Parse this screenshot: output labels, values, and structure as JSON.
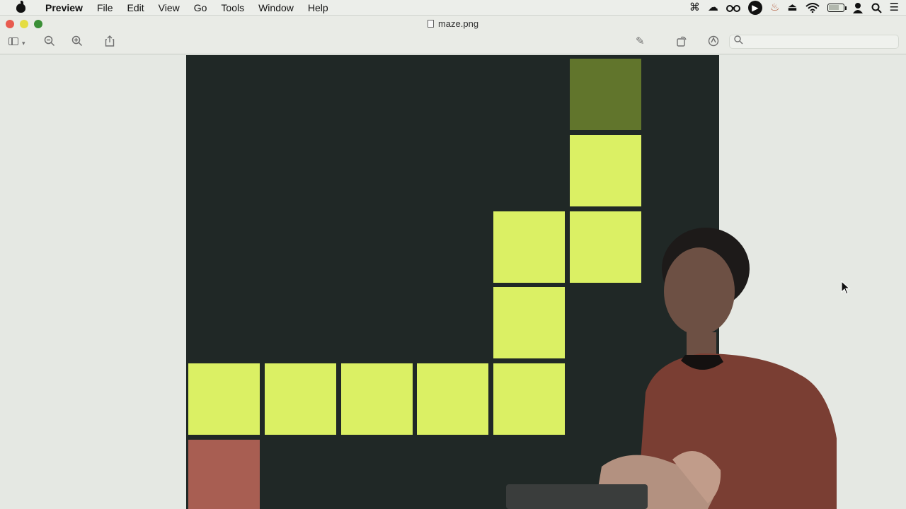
{
  "menubar": {
    "app_name": "Preview",
    "items": [
      "File",
      "Edit",
      "View",
      "Go",
      "Tools",
      "Window",
      "Help"
    ],
    "status_icons": [
      "command-icon",
      "cloud-icon",
      "glasses-icon",
      "play-icon",
      "flame-icon",
      "eject-icon",
      "wifi-icon",
      "battery-icon",
      "user-icon",
      "spotlight-icon",
      "list-icon"
    ]
  },
  "window": {
    "title": "maze.png"
  },
  "toolbar": {
    "search_placeholder": ""
  },
  "maze": {
    "grid_columns": 7,
    "colors": {
      "background": "#202826",
      "path": "#dbf064",
      "goal": "#61752c",
      "start": "#a85e52"
    },
    "cells": [
      {
        "row": 0,
        "col": 5,
        "kind": "goal"
      },
      {
        "row": 1,
        "col": 5,
        "kind": "path"
      },
      {
        "row": 2,
        "col": 4,
        "kind": "path"
      },
      {
        "row": 2,
        "col": 5,
        "kind": "path"
      },
      {
        "row": 3,
        "col": 4,
        "kind": "path"
      },
      {
        "row": 4,
        "col": 0,
        "kind": "path"
      },
      {
        "row": 4,
        "col": 1,
        "kind": "path"
      },
      {
        "row": 4,
        "col": 2,
        "kind": "path"
      },
      {
        "row": 4,
        "col": 3,
        "kind": "path"
      },
      {
        "row": 4,
        "col": 4,
        "kind": "path"
      },
      {
        "row": 5,
        "col": 0,
        "kind": "start"
      }
    ]
  }
}
